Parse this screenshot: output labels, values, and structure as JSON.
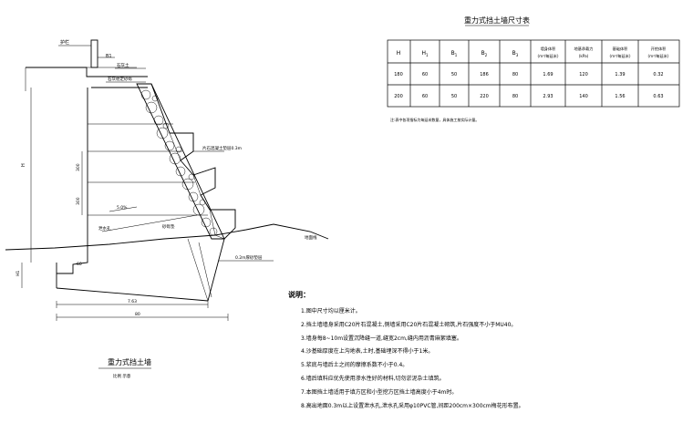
{
  "table": {
    "title": "重力式挡土墙尺寸表",
    "headers": [
      "H",
      "H1",
      "B1",
      "B2",
      "B3",
      "墙身体积\n(m²/每延米)",
      "地基承载力\n(kPa)",
      "基础体积\n(m²/每延米)",
      "开挖体积\n(m²/每延米)"
    ],
    "header_subs": [
      "",
      "1",
      "1",
      "2",
      "3",
      "",
      "",
      "",
      ""
    ],
    "header_units": [
      "",
      "",
      "",
      "",
      "",
      "(m²/每延米)",
      "(kPa)",
      "(m²/每延米)",
      "(m²/每延米)"
    ],
    "header_main": [
      "H",
      "H",
      "B",
      "B",
      "B",
      "墙身体积",
      "地基承载力",
      "基础体积",
      "开挖体积"
    ],
    "rows": [
      [
        "180",
        "60",
        "50",
        "186",
        "80",
        "1.69",
        "120",
        "1.39",
        "0.32"
      ],
      [
        "200",
        "60",
        "50",
        "220",
        "80",
        "2.93",
        "140",
        "1.56",
        "0.63"
      ]
    ],
    "note": "注:表中各项指标为每延米数量，具体施工按实际计量。"
  },
  "drawing": {
    "labels": {
      "guardrail": "护栏",
      "b1": "B1",
      "layer1": "石灰土",
      "layer2": "石灰稳定砂砾",
      "gravel": "片石混凝土垫层0.3m",
      "h": "H",
      "dim300a": "300",
      "dim300b": "300",
      "slope": "5.0%",
      "drain": "泄水孔",
      "backfill": "砂砾垫",
      "ground": "地面线",
      "base": "0.2m厚砂垫层",
      "h1": "H1",
      "b60": "60",
      "dim763": "7.63",
      "dim80": "80"
    },
    "caption": "重力式挡土墙",
    "scale": "比例  示意"
  },
  "notes": {
    "title": "说明：",
    "items": [
      "1.图中尺寸均以厘米计。",
      "2.挡土墙墙身采用C20片石混凝土,侧墙采用C20片石混凝土砌筑,片石强度不小于MU40。",
      "3.墙身每8~10m设置沉降缝一道,缝宽2cm,缝内用沥青麻絮填塞。",
      "4.沙基础厚度在上沟地表,土时,基础埋深不得小于1米。",
      "5.浆底与墙后土之间的摩擦系数不小于0.4。",
      "6.墙后填料应优先使用渗水性好的材料,切勿淤泥杂土填筑。",
      "7.本图挡土墙适用于填方区和小型挖方区挡土墙高度小于4m时。",
      "8.高出地面0.3m以上设置泄水孔,泄水孔采用φ10PVC管,间距200cm×300cm梅花形布置。"
    ]
  }
}
